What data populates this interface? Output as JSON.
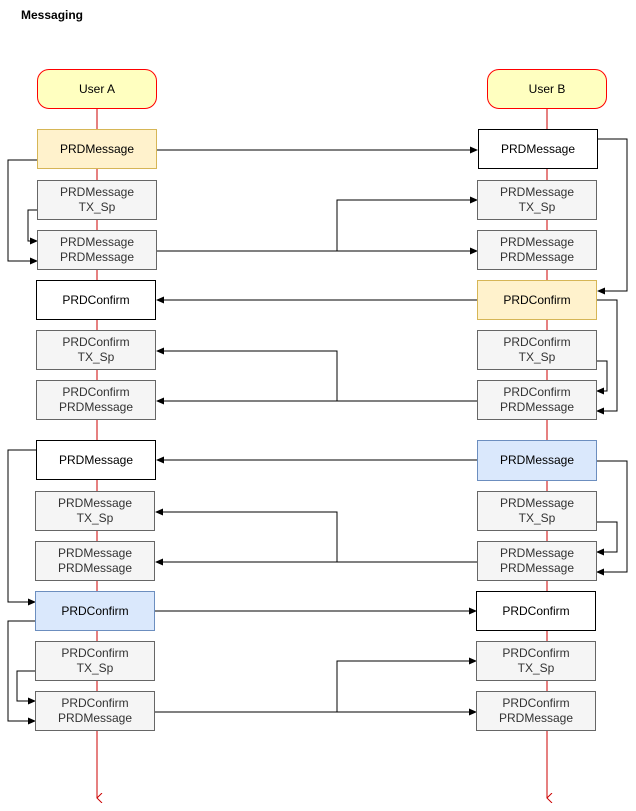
{
  "title": "Messaging",
  "actors": {
    "user_a": "User A",
    "user_b": "User B"
  },
  "user_a_boxes": [
    {
      "line1": "PRDMessage",
      "line2": ""
    },
    {
      "line1": "PRDMessage",
      "line2": "TX_Sp"
    },
    {
      "line1": "PRDMessage",
      "line2": "PRDMessage"
    },
    {
      "line1": "PRDConfirm",
      "line2": ""
    },
    {
      "line1": "PRDConfirm",
      "line2": "TX_Sp"
    },
    {
      "line1": "PRDConfirm",
      "line2": "PRDMessage"
    },
    {
      "line1": "PRDMessage",
      "line2": ""
    },
    {
      "line1": "PRDMessage",
      "line2": "TX_Sp"
    },
    {
      "line1": "PRDMessage",
      "line2": "PRDMessage"
    },
    {
      "line1": "PRDConfirm",
      "line2": ""
    },
    {
      "line1": "PRDConfirm",
      "line2": "TX_Sp"
    },
    {
      "line1": "PRDConfirm",
      "line2": "PRDMessage"
    }
  ],
  "user_b_boxes": [
    {
      "line1": "PRDMessage",
      "line2": ""
    },
    {
      "line1": "PRDMessage",
      "line2": "TX_Sp"
    },
    {
      "line1": "PRDMessage",
      "line2": "PRDMessage"
    },
    {
      "line1": "PRDConfirm",
      "line2": ""
    },
    {
      "line1": "PRDConfirm",
      "line2": "TX_Sp"
    },
    {
      "line1": "PRDConfirm",
      "line2": "PRDMessage"
    },
    {
      "line1": "PRDMessage",
      "line2": ""
    },
    {
      "line1": "PRDMessage",
      "line2": "TX_Sp"
    },
    {
      "line1": "PRDMessage",
      "line2": "PRDMessage"
    },
    {
      "line1": "PRDConfirm",
      "line2": ""
    },
    {
      "line1": "PRDConfirm",
      "line2": "TX_Sp"
    },
    {
      "line1": "PRDConfirm",
      "line2": "PRDMessage"
    }
  ],
  "colors": {
    "lifeline": "#cc0000",
    "arrow": "#000000",
    "actor_fill": "#ffffc0",
    "yellow_fill": "#fff2cc",
    "blue_fill": "#dae8fc",
    "gray_fill": "#f5f5f5"
  }
}
